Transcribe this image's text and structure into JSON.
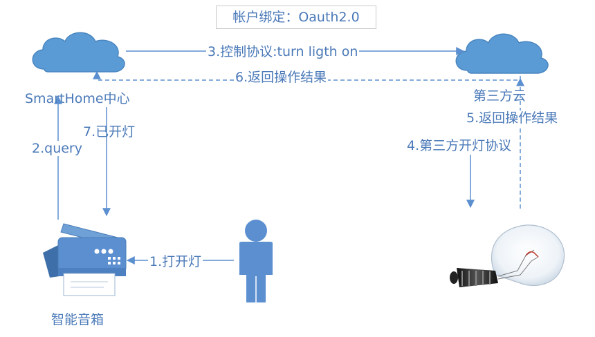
{
  "title": "帐户绑定：Oauth2.0",
  "nodes": {
    "smarthome": "SmartHome中心",
    "third_cloud": "第三方云",
    "speaker": "智能音箱"
  },
  "steps": {
    "s1": "1.打开灯",
    "s2": "2.query",
    "s3": "3.控制协议:turn  ligth on",
    "s4": "4.第三方开灯协议",
    "s5": "5.返回操作结果",
    "s6": "6.返回操作结果",
    "s7": "7.已开灯"
  },
  "colors": {
    "primary": "#4a79b8",
    "cloud": "#5b9bd5",
    "arrow": "#5b8fd0"
  }
}
